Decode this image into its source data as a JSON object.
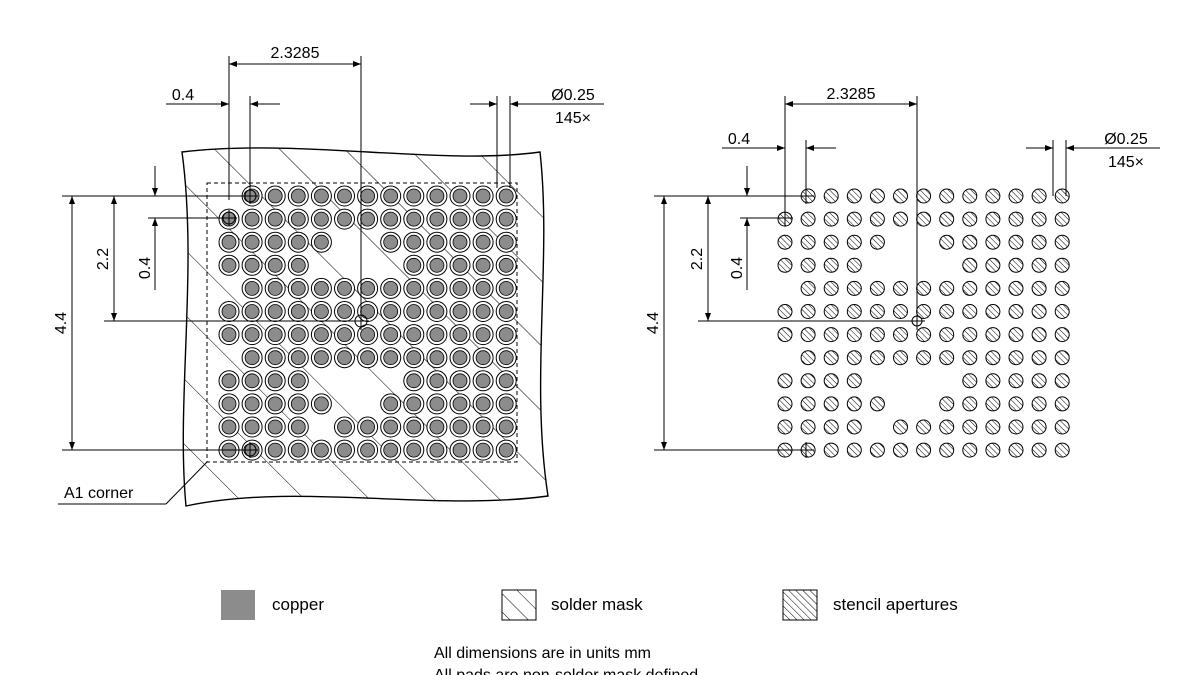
{
  "pcb_view": {
    "dim_pitch_x": "2.3285",
    "dim_pad_pitch": "0.4",
    "dim_diameter": "Ø0.25",
    "dim_count": "145×",
    "dim_half_height": "2.2",
    "dim_row_pitch": "0.4",
    "dim_height": "4.4",
    "corner_label": "A1 corner"
  },
  "stencil_view": {
    "dim_pitch_x": "2.3285",
    "dim_pad_pitch": "0.4",
    "dim_diameter": "Ø0.25",
    "dim_count": "145×",
    "dim_half_height": "2.2",
    "dim_row_pitch": "0.4",
    "dim_height": "4.4"
  },
  "pad_grid": {
    "columns": 13,
    "rows": 12,
    "missing_pads": [
      [
        2,
        5
      ],
      [
        2,
        6
      ],
      [
        3,
        4
      ],
      [
        3,
        5
      ],
      [
        3,
        6
      ],
      [
        3,
        7
      ],
      [
        4,
        0
      ],
      [
        7,
        0
      ],
      [
        8,
        4
      ],
      [
        8,
        5
      ],
      [
        8,
        6
      ],
      [
        8,
        7
      ],
      [
        9,
        5
      ],
      [
        9,
        6
      ],
      [
        10,
        4
      ]
    ]
  },
  "legend": {
    "copper": "copper",
    "solder_mask": "solder mask",
    "stencil": "stencil apertures"
  },
  "notes": {
    "line1": "All dimensions are in units mm",
    "line2": "All pads are non-solder mask defined"
  },
  "colors": {
    "copper": "#8c8c8c",
    "line": "#000000"
  }
}
